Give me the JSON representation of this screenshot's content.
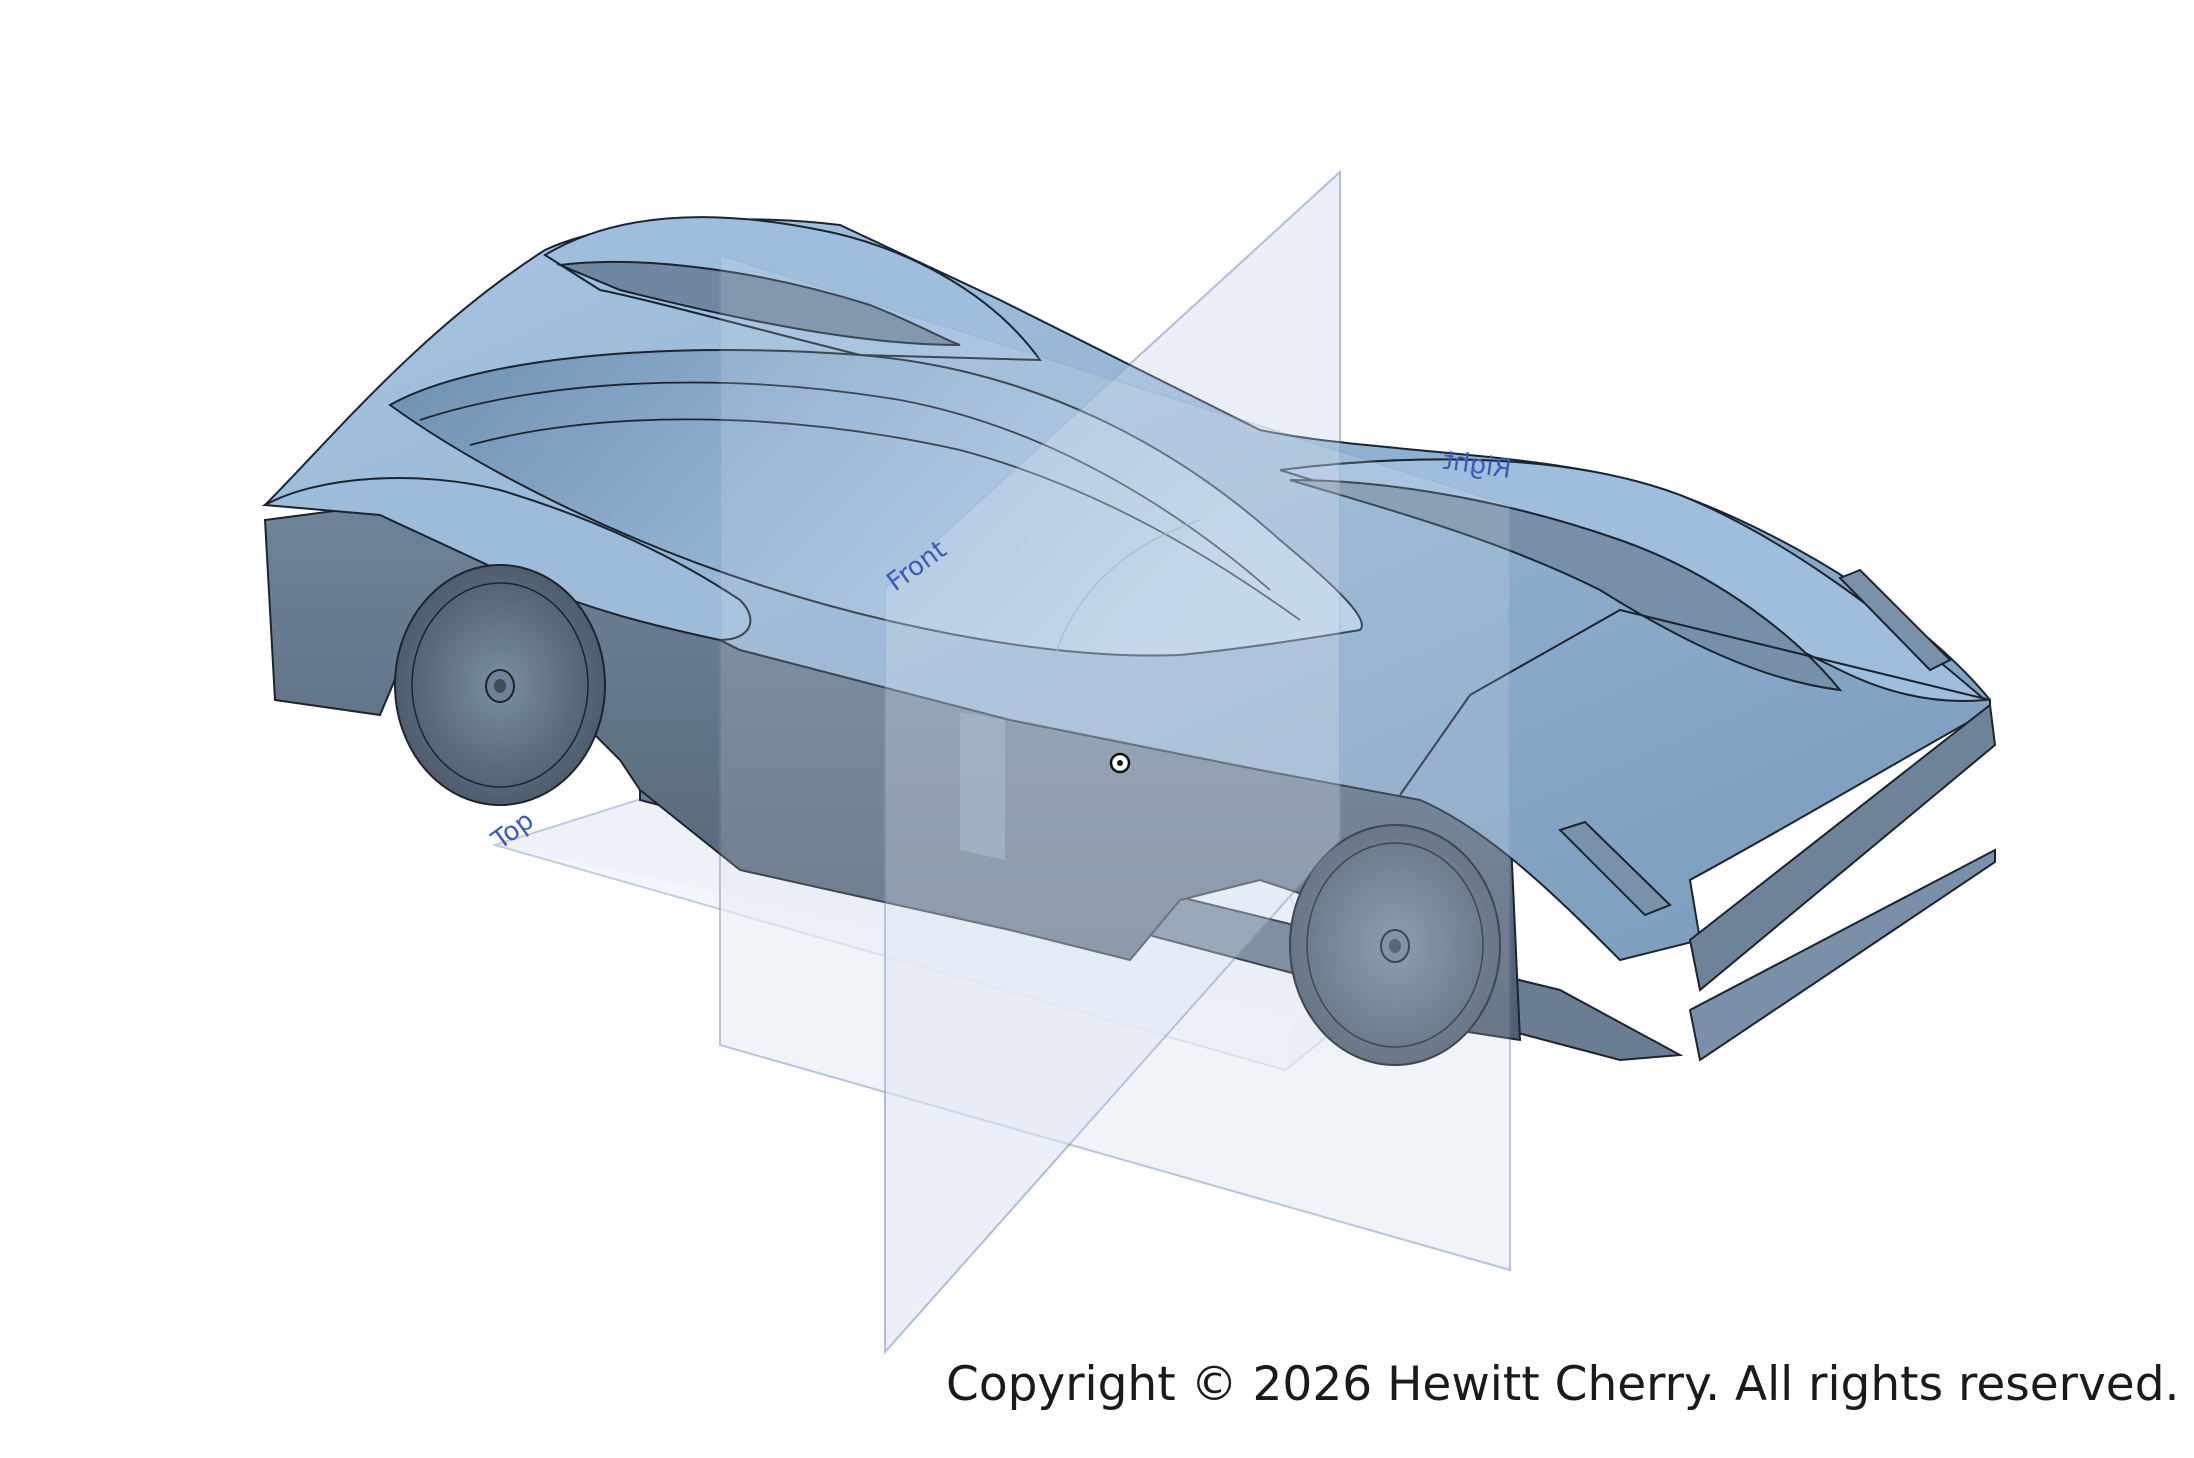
{
  "viewport": {
    "background": "#ffffff",
    "model_color": "#94b3d1",
    "model_shadow_color": "#58687a",
    "edge_color": "#1c2430",
    "plane_stroke": "#8ea5cf",
    "plane_fill": "#e9eef6",
    "plane_label_color": "#3a5cb8"
  },
  "planes": {
    "front": "Front",
    "top": "Top",
    "right": "Right"
  },
  "origin": {
    "icon": "origin-point-icon"
  },
  "copyright": "Copyright © 2026 Hewitt Cherry. All rights reserved."
}
